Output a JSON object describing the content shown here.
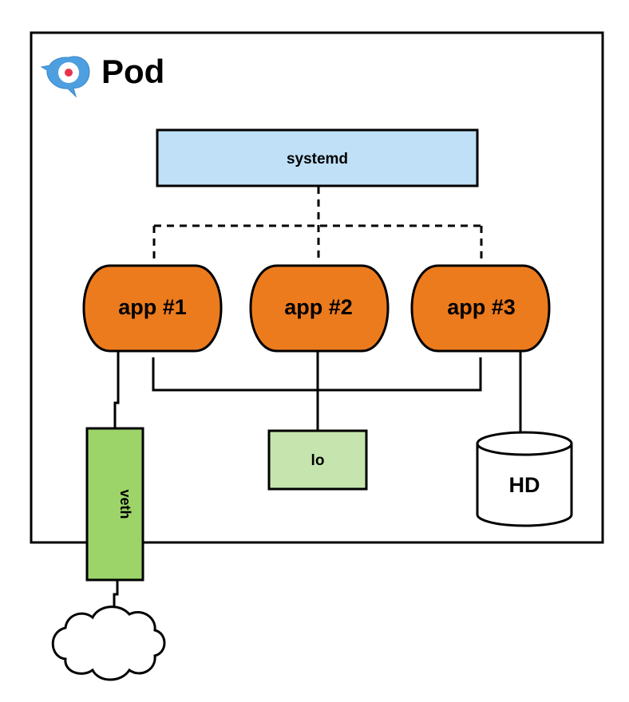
{
  "pod": {
    "title": "Pod",
    "icon": "rkt-pod-icon"
  },
  "nodes": {
    "init": {
      "label": "systemd"
    },
    "apps": [
      {
        "label": "app #1"
      },
      {
        "label": "app #2"
      },
      {
        "label": "app #3"
      }
    ],
    "veth": {
      "label": "veth"
    },
    "loopback": {
      "label": "lo"
    },
    "disk": {
      "label": "HD"
    },
    "network": {
      "icon": "cloud-icon"
    }
  },
  "colors": {
    "init_fill": "#bfe0f6",
    "app_fill": "#ec7b1e",
    "veth_fill": "#9cd46a",
    "lo_fill": "#c6e5ae",
    "icon_blue": "#4d9fe0",
    "icon_dot": "#e8334d",
    "stroke": "#000000"
  }
}
